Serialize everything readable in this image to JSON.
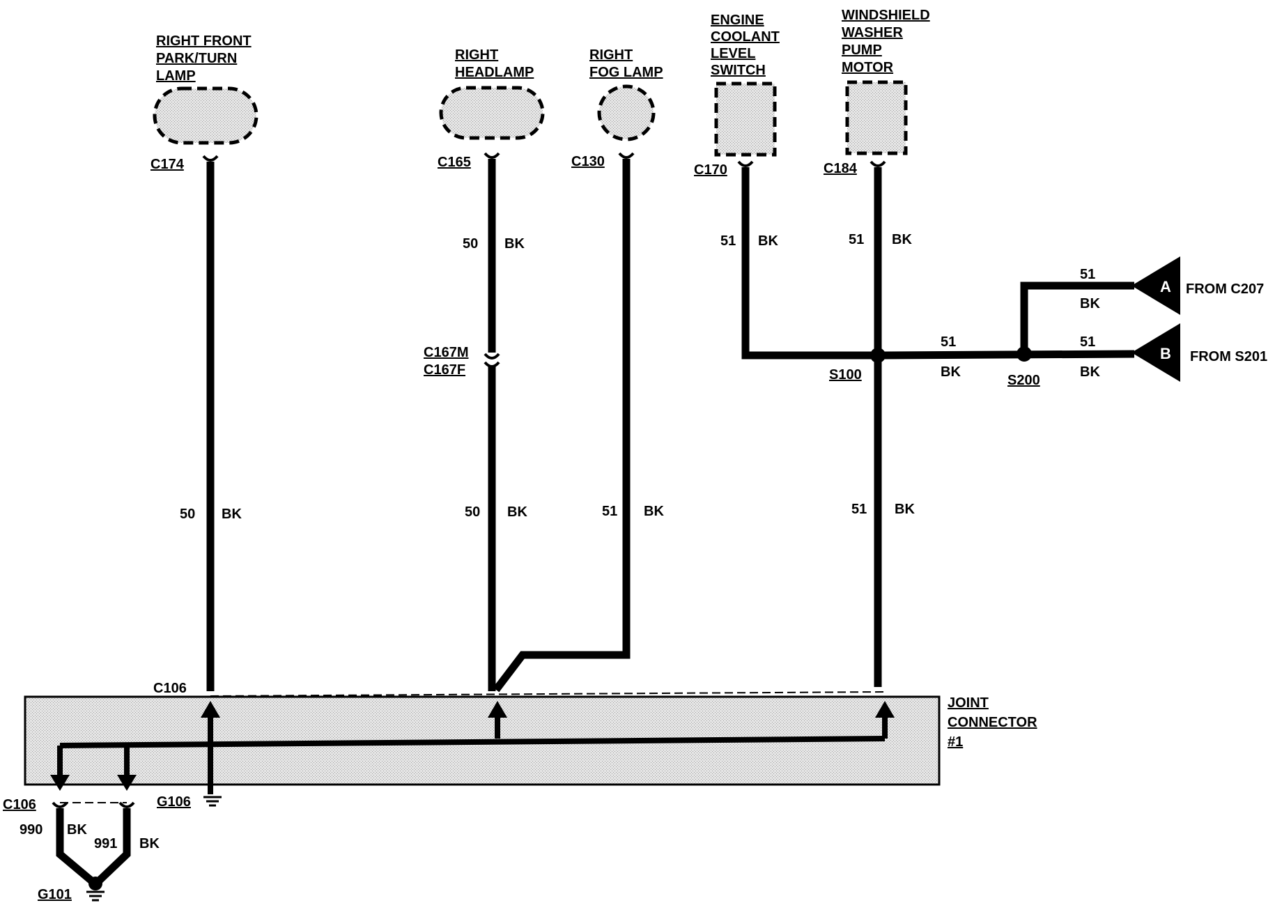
{
  "components": {
    "park_turn_lamp": [
      "RIGHT FRONT",
      "PARK/TURN",
      "LAMP"
    ],
    "headlamp": [
      "RIGHT",
      "HEADLAMP"
    ],
    "fog_lamp": [
      "RIGHT",
      "FOG LAMP"
    ],
    "coolant_switch": [
      "ENGINE",
      "COOLANT",
      "LEVEL",
      "SWITCH"
    ],
    "washer_motor": [
      "WINDSHIELD",
      "WASHER",
      "PUMP",
      "MOTOR"
    ],
    "joint_connector": [
      "JOINT",
      "CONNECTOR",
      "#1"
    ]
  },
  "connectors": {
    "c174": "C174",
    "c165": "C165",
    "c130": "C130",
    "c170": "C170",
    "c184": "C184",
    "c167m": "C167M",
    "c167f": "C167F",
    "c106_top": "C106",
    "c106_bottom": "C106",
    "g106": "G106",
    "g101": "G101",
    "s100": "S100",
    "s200": "S200"
  },
  "wires": {
    "w_park": {
      "circuit": "50",
      "color": "BK"
    },
    "w_head_upper": {
      "circuit": "50",
      "color": "BK"
    },
    "w_head_lower": {
      "circuit": "50",
      "color": "BK"
    },
    "w_fog": {
      "circuit": "51",
      "color": "BK"
    },
    "w_coolant": {
      "circuit": "51",
      "color": "BK"
    },
    "w_washer_upper": {
      "circuit": "51",
      "color": "BK"
    },
    "w_washer_lower": {
      "circuit": "51",
      "color": "BK"
    },
    "w_s100_s200": {
      "circuit": "51",
      "color": "BK"
    },
    "w_from_a": {
      "circuit": "51",
      "color": "BK"
    },
    "w_from_b": {
      "circuit": "51",
      "color": "BK"
    },
    "w_990": {
      "circuit": "990",
      "color": "BK"
    },
    "w_991": {
      "circuit": "991",
      "color": "BK"
    }
  },
  "off_page": {
    "a": {
      "letter": "A",
      "label": "FROM C207"
    },
    "b": {
      "letter": "B",
      "label": "FROM S201"
    }
  }
}
